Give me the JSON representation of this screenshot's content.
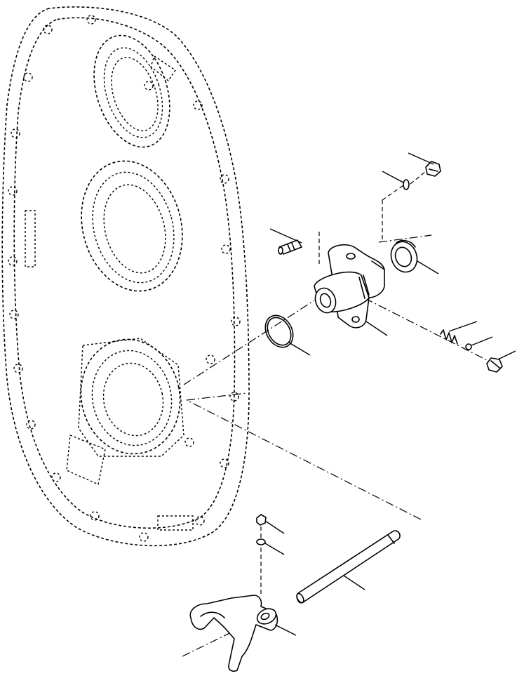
{
  "diagram": {
    "kind": "exploded parts view (line drawing, no printed text)",
    "parts": [
      "transmission-case-cover",
      "bolt-top",
      "washer-top",
      "guide-pin",
      "shift-housing",
      "oil-seal",
      "o-ring",
      "spring",
      "ball",
      "plug",
      "shift-rod",
      "shift-fork",
      "fork-bolt",
      "fork-washer"
    ],
    "colors": {
      "line": "#000000",
      "background": "#ffffff"
    }
  }
}
